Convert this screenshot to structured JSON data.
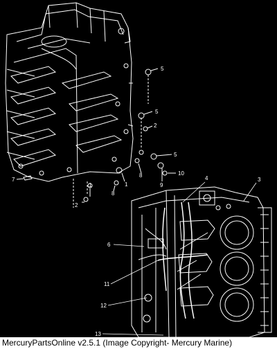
{
  "caption": "MercuryPartsOnline v2.5.1 (Image Copyright- Mercury Marine)",
  "colors": {
    "background": "#000000",
    "linework": "#ffffff",
    "caption_bar": "#ffffff"
  },
  "callouts": {
    "c1": "5",
    "c2": "5",
    "c3": "2",
    "c4": "5",
    "c5": "10",
    "c6": "9",
    "c7": "8",
    "c8": "1",
    "c9": "7",
    "c10": "1",
    "c11": "8",
    "c12": "2",
    "c13": "4",
    "c14": "3",
    "c15": "6",
    "c16": "11",
    "c17": "12",
    "c18": "13"
  }
}
